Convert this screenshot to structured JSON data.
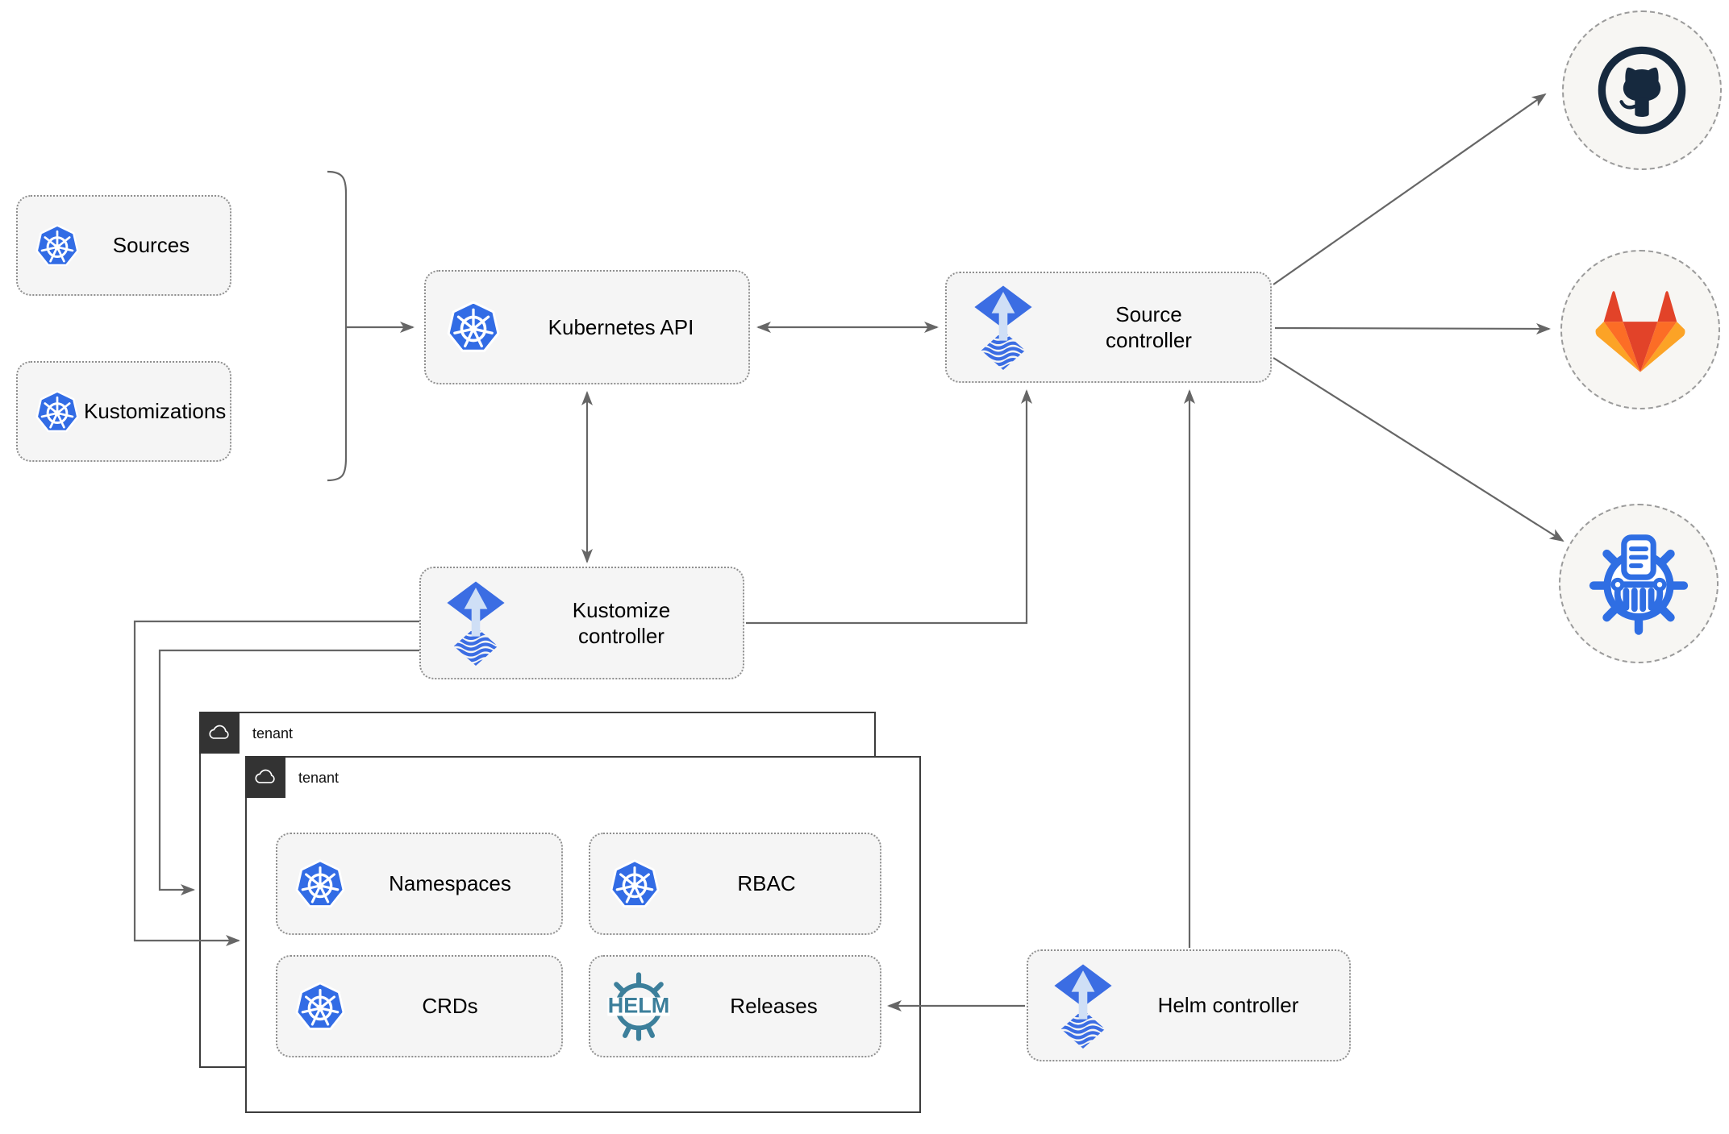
{
  "nodes": {
    "sources": {
      "label": "Sources",
      "icon": "kubernetes-icon"
    },
    "kustomizations": {
      "label": "Kustomizations",
      "icon": "kubernetes-icon"
    },
    "kubernetes_api": {
      "label": "Kubernetes API",
      "icon": "kubernetes-icon"
    },
    "source_controller": {
      "label": "Source controller",
      "icon": "flux-icon"
    },
    "kustomize_controller": {
      "label": "Kustomize controller",
      "icon": "flux-icon"
    },
    "helm_controller": {
      "label": "Helm controller",
      "icon": "flux-icon"
    },
    "namespaces": {
      "label": "Namespaces",
      "icon": "kubernetes-icon"
    },
    "rbac": {
      "label": "RBAC",
      "icon": "kubernetes-icon"
    },
    "crds": {
      "label": "CRDs",
      "icon": "kubernetes-icon"
    },
    "releases": {
      "label": "Releases",
      "icon": "helm-icon",
      "icon_text": "HELM"
    }
  },
  "groups": {
    "tenant_outer": {
      "label": "tenant",
      "icon": "cloud-icon"
    },
    "tenant_inner": {
      "label": "tenant",
      "icon": "cloud-icon"
    }
  },
  "remotes": {
    "github": {
      "icon": "github-icon"
    },
    "gitlab": {
      "icon": "gitlab-icon"
    },
    "chartmuseum": {
      "icon": "chartmuseum-icon"
    }
  },
  "colors": {
    "kubernetes_blue": "#326ce5",
    "flux_blue": "#3b6de3",
    "flux_arrow_light": "#cfdff6",
    "helm_teal": "#3c7f9b",
    "github_dark": "#16293e",
    "gitlab_red": "#e24329",
    "gitlab_orange": "#fc6d26",
    "gitlab_yellow": "#fca326",
    "chartmuseum_blue": "#2f6ee3",
    "connector_gray": "#666666",
    "node_fill": "#f5f5f5",
    "tenant_tab": "#333333"
  }
}
